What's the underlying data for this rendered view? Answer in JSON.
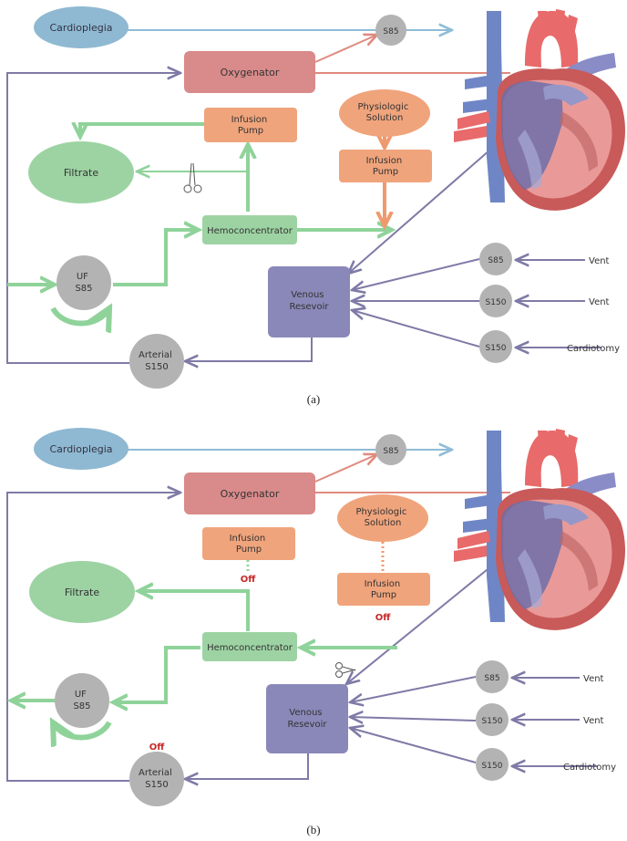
{
  "panel_a": {
    "caption": "(a)",
    "cardioplegia": "Cardioplegia",
    "s85_top": "S85",
    "oxygenator": "Oxygenator",
    "infusion_pump_1": [
      "Infusion",
      "Pump"
    ],
    "physiologic_solution": [
      "Physiologic",
      "Solution"
    ],
    "infusion_pump_2": [
      "Infusion",
      "Pump"
    ],
    "filtrate": "Filtrate",
    "hemoconcentrator": "Hemoconcentrator",
    "uf_pump": [
      "UF",
      "S85"
    ],
    "venous_reservoir": [
      "Venous",
      "Resevoir"
    ],
    "arterial_pump": [
      "Arterial",
      "S150"
    ],
    "vent_pump_1": "S85",
    "vent_pump_2": "S150",
    "cardiotomy_pump": "S150",
    "vent_label_1": "Vent",
    "vent_label_2": "Vent",
    "cardiotomy_label": "Cardiotomy"
  },
  "panel_b": {
    "caption": "(b)",
    "cardioplegia": "Cardioplegia",
    "s85_top": "S85",
    "oxygenator": "Oxygenator",
    "infusion_pump_1": [
      "Infusion",
      "Pump"
    ],
    "physiologic_solution": [
      "Physiologic",
      "Solution"
    ],
    "infusion_pump_2": [
      "Infusion",
      "Pump"
    ],
    "filtrate": "Filtrate",
    "hemoconcentrator": "Hemoconcentrator",
    "uf_pump": [
      "UF",
      "S85"
    ],
    "venous_reservoir": [
      "Venous",
      "Resevoir"
    ],
    "arterial_pump": [
      "Arterial",
      "S150"
    ],
    "vent_pump_1": "S85",
    "vent_pump_2": "S150",
    "cardiotomy_pump": "S150",
    "vent_label_1": "Vent",
    "vent_label_2": "Vent",
    "cardiotomy_label": "Cardiotomy",
    "off_infusion_1": "Off",
    "off_infusion_2": "Off",
    "off_arterial": "Off"
  },
  "colors": {
    "cardioplegia": "#8fb9d2",
    "oxygenator": "#d98a8a",
    "infusion": "#f0a47c",
    "filtrate": "#9dd3a3",
    "hemo": "#9dd3a3",
    "gray_pump": "#b3b3b3",
    "reservoir": "#8a88b8",
    "line_purple": "#7f7aa6",
    "line_green": "#8fd39a",
    "line_blue": "#8fbcd6",
    "line_red": "#e08a7f",
    "line_orange": "#ef9a6e",
    "off_red": "#c62828"
  }
}
